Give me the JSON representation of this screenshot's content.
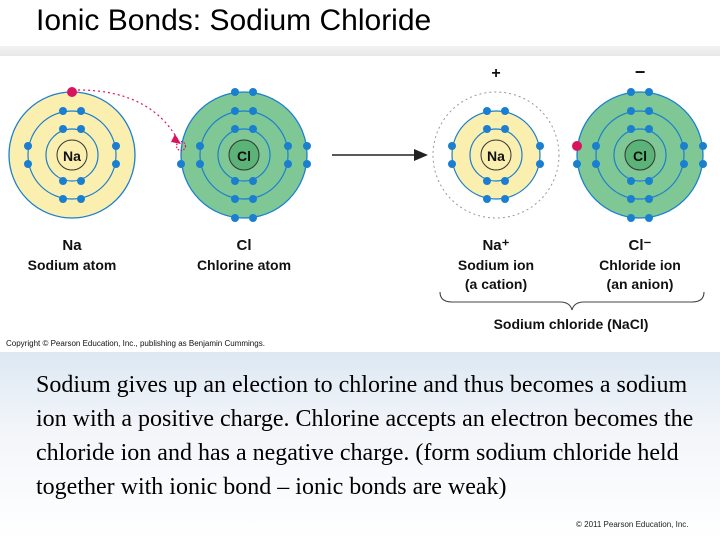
{
  "title": "Ionic Bonds: Sodium Chloride",
  "diagram": {
    "na_symbol": "Na",
    "cl_symbol": "Cl",
    "plus_sign": "+",
    "minus_sign": "−",
    "na_atom_symbol": "Na",
    "na_atom_label": "Sodium atom",
    "cl_atom_symbol": "Cl",
    "cl_atom_label": "Chlorine atom",
    "na_ion_symbol": "Na⁺",
    "na_ion_label": "Sodium ion",
    "na_ion_sub": "(a cation)",
    "cl_ion_symbol": "Cl⁻",
    "cl_ion_label": "Chloride ion",
    "cl_ion_sub": "(an anion)",
    "compound_label": "Sodium chloride (NaCl)",
    "copyright": "Copyright © Pearson Education, Inc., publishing as Benjamin Cummings.",
    "colors": {
      "sodium_fill": "#fbefb0",
      "chlorine_fill": "#7fc794",
      "electron": "#1a7fd0",
      "transferred_electron": "#d9145f"
    }
  },
  "body": "Sodium gives up an election to chlorine and thus becomes a sodium ion with a positive charge.  Chlorine accepts an electron becomes the chloride ion and has a negative charge. (form sodium chloride held together with ionic bond – ionic bonds are weak)",
  "footer": "© 2011 Pearson Education, Inc."
}
